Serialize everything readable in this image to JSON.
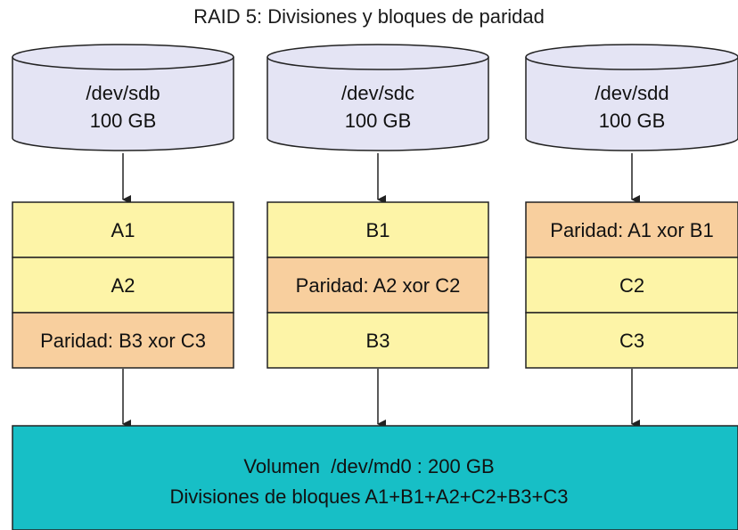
{
  "title": "RAID 5: Divisiones y bloques de paridad",
  "colors": {
    "disk_fill": "#e4e4f4",
    "data_block": "#fdf4a7",
    "parity_block": "#f8cf9e",
    "volume_fill": "#17bfc6",
    "stroke": "#222222"
  },
  "disks": [
    {
      "device": "/dev/sdb",
      "size": "100 GB",
      "blocks": [
        {
          "label": "A1",
          "type": "data"
        },
        {
          "label": "A2",
          "type": "data"
        },
        {
          "label": "Paridad: B3 xor C3",
          "type": "parity"
        }
      ]
    },
    {
      "device": "/dev/sdc",
      "size": "100 GB",
      "blocks": [
        {
          "label": "B1",
          "type": "data"
        },
        {
          "label": "Paridad: A2 xor C2",
          "type": "parity"
        },
        {
          "label": "B3",
          "type": "data"
        }
      ]
    },
    {
      "device": "/dev/sdd",
      "size": "100 GB",
      "blocks": [
        {
          "label": "Paridad: A1 xor B1",
          "type": "parity"
        },
        {
          "label": "C2",
          "type": "data"
        },
        {
          "label": "C3",
          "type": "data"
        }
      ]
    }
  ],
  "volume": {
    "line1": "Volumen  /dev/md0 : 200 GB",
    "line2": "Divisiones de bloques A1+B1+A2+C2+B3+C3"
  }
}
